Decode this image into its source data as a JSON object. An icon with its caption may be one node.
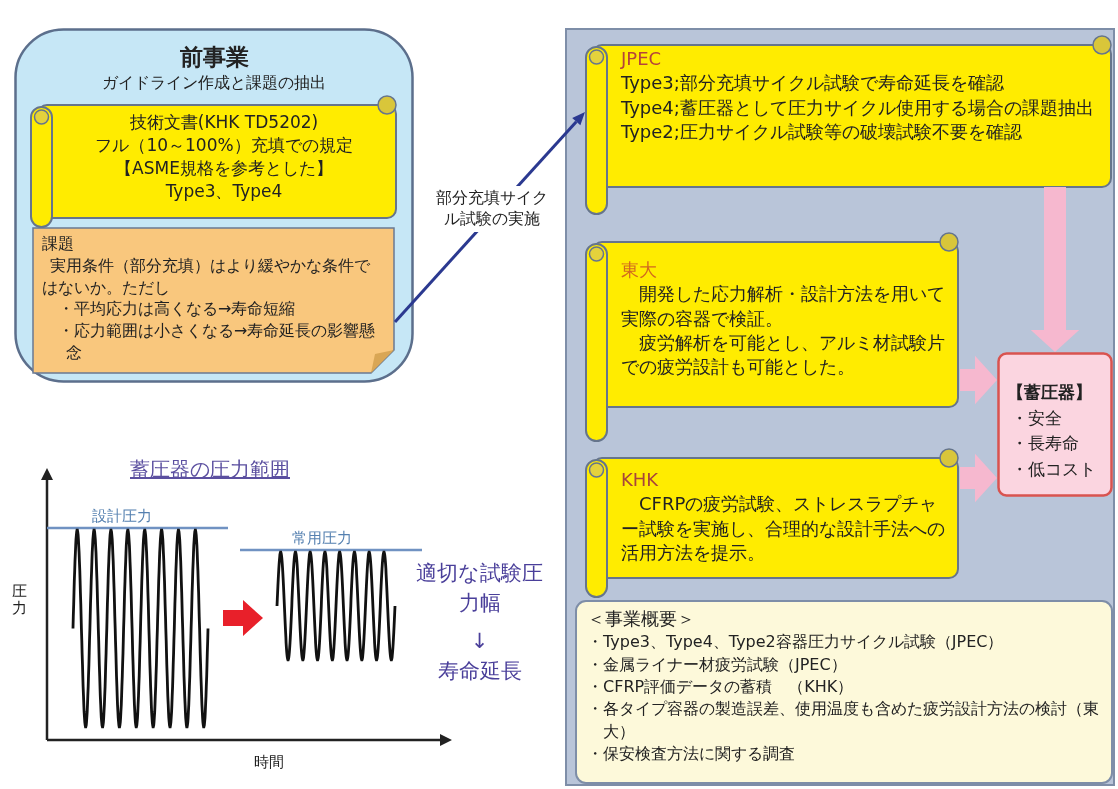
{
  "diagram": {
    "nodes": [
      {
        "text": [
          "前事業",
          "ガイドライン作成と課題の抽出"
        ]
      },
      {
        "text": [
          "技術文書(KHK TD5202)",
          "フル（10～100%）充填での規定",
          "【ASME規格を参考とした】",
          "Type3、Type4"
        ],
        "in": 0
      },
      {
        "text": [
          "課題",
          "実用条件（部分充填）はより緩やかな条件ではないか。ただし",
          "・平均応力は高くなる→寿命短縮",
          "・応力範囲は小さくなる→寿命延長の影響懸念"
        ],
        "in": 0
      },
      {
        "text": [],
        "shape": "box"
      },
      {
        "text": [
          "JPEC",
          "Type3;部分充填サイクル試験で寿命延長を確認",
          "Type4;蓄圧器として圧力サイクル使用する場合の課題抽出",
          "Type2;圧力サイクル試験等の破壊試験不要を確認"
        ],
        "in": 3
      },
      {
        "text": [
          "東大",
          "開発した応力解析・設計方法を用いて実際の容器で検証。",
          "疲労解析を可能とし、アルミ材試験片での疲労設計も可能とした。"
        ],
        "in": 3
      },
      {
        "text": [
          "KHK",
          "CFRPの疲労試験、ストレスラプチャー試験を実施し、合理的な設計手法への活用方法を提示。"
        ],
        "in": 3
      },
      {
        "text": [
          "【蓄圧器】",
          "・安全",
          "・長寿命",
          "・低コスト"
        ],
        "in": 3
      },
      {
        "text": [
          "＜事業概要＞",
          "・Type3、Type4、Type2容器圧力サイクル試験（JPEC）",
          "・金属ライナー材疲労試験（JPEC）",
          "・CFRP評価データの蓄積　（KHK）",
          "・各タイプ容器の製造誤差、使用温度も含めた疲労設計方法の検討（東大）",
          "・保安検査方法に関する調査"
        ],
        "in": 3
      }
    ],
    "edges": [
      {
        "from": 2,
        "to": 4,
        "arrow": "to",
        "label": "部分充填サイクル試験の実施",
        "color": "#2b3990"
      },
      {
        "from": 4,
        "to": 7,
        "arrow": "to"
      },
      {
        "from": 5,
        "to": 7,
        "arrow": "to"
      },
      {
        "from": 6,
        "to": 7,
        "arrow": "to"
      }
    ],
    "labels": [
      "蓄圧器の圧力範囲",
      "設計圧力",
      "常用圧力",
      "圧力",
      "時間",
      "適切な試験圧力幅",
      "↓",
      "寿命延長"
    ]
  }
}
